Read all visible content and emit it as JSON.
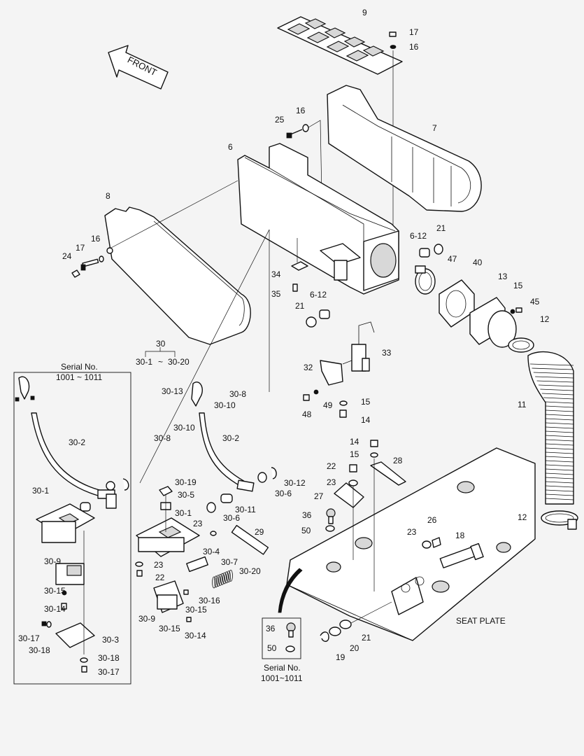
{
  "front_arrow": {
    "label": "FRONT"
  },
  "group_header": {
    "top": "30",
    "left": "30-1",
    "sep": "~",
    "right": "30-20"
  },
  "serial_box_left": {
    "title": "Serial No.",
    "range": "1001 ~ 1011"
  },
  "serial_box_bottom": {
    "title": "Serial No.",
    "range": "1001~1011"
  },
  "plate_label": "SEAT PLATE",
  "callouts": [
    {
      "label": "9"
    },
    {
      "label": "17"
    },
    {
      "label": "16"
    },
    {
      "label": "7"
    },
    {
      "label": "25"
    },
    {
      "label": "16"
    },
    {
      "label": "6"
    },
    {
      "label": "8"
    },
    {
      "label": "16"
    },
    {
      "label": "17"
    },
    {
      "label": "24"
    },
    {
      "label": "6-12"
    },
    {
      "label": "21"
    },
    {
      "label": "47"
    },
    {
      "label": "40"
    },
    {
      "label": "13"
    },
    {
      "label": "15"
    },
    {
      "label": "45"
    },
    {
      "label": "12"
    },
    {
      "label": "34"
    },
    {
      "label": "35"
    },
    {
      "label": "6-12"
    },
    {
      "label": "21"
    },
    {
      "label": "33"
    },
    {
      "label": "32"
    },
    {
      "label": "49"
    },
    {
      "label": "15"
    },
    {
      "label": "48"
    },
    {
      "label": "14"
    },
    {
      "label": "11"
    },
    {
      "label": "30-2"
    },
    {
      "label": "30-1"
    },
    {
      "label": "30-9"
    },
    {
      "label": "30-15"
    },
    {
      "label": "30-14"
    },
    {
      "label": "30-17"
    },
    {
      "label": "30-18"
    },
    {
      "label": "30-3"
    },
    {
      "label": "30-18"
    },
    {
      "label": "30-17"
    },
    {
      "label": "30-13"
    },
    {
      "label": "30-8"
    },
    {
      "label": "30-10"
    },
    {
      "label": "30-10"
    },
    {
      "label": "30-8"
    },
    {
      "label": "30-2"
    },
    {
      "label": "30-12"
    },
    {
      "label": "30-6"
    },
    {
      "label": "30-19"
    },
    {
      "label": "30-5"
    },
    {
      "label": "30-11"
    },
    {
      "label": "30-6"
    },
    {
      "label": "30-1"
    },
    {
      "label": "23"
    },
    {
      "label": "29"
    },
    {
      "label": "30-4"
    },
    {
      "label": "30-7"
    },
    {
      "label": "30-20"
    },
    {
      "label": "23"
    },
    {
      "label": "22"
    },
    {
      "label": "30-16"
    },
    {
      "label": "30-15"
    },
    {
      "label": "30-9"
    },
    {
      "label": "30-15"
    },
    {
      "label": "30-14"
    },
    {
      "label": "14"
    },
    {
      "label": "15"
    },
    {
      "label": "28"
    },
    {
      "label": "22"
    },
    {
      "label": "23"
    },
    {
      "label": "27"
    },
    {
      "label": "36"
    },
    {
      "label": "50"
    },
    {
      "label": "23"
    },
    {
      "label": "26"
    },
    {
      "label": "18"
    },
    {
      "label": "12"
    },
    {
      "label": "21"
    },
    {
      "label": "20"
    },
    {
      "label": "19"
    },
    {
      "label": "36"
    },
    {
      "label": "50"
    }
  ]
}
